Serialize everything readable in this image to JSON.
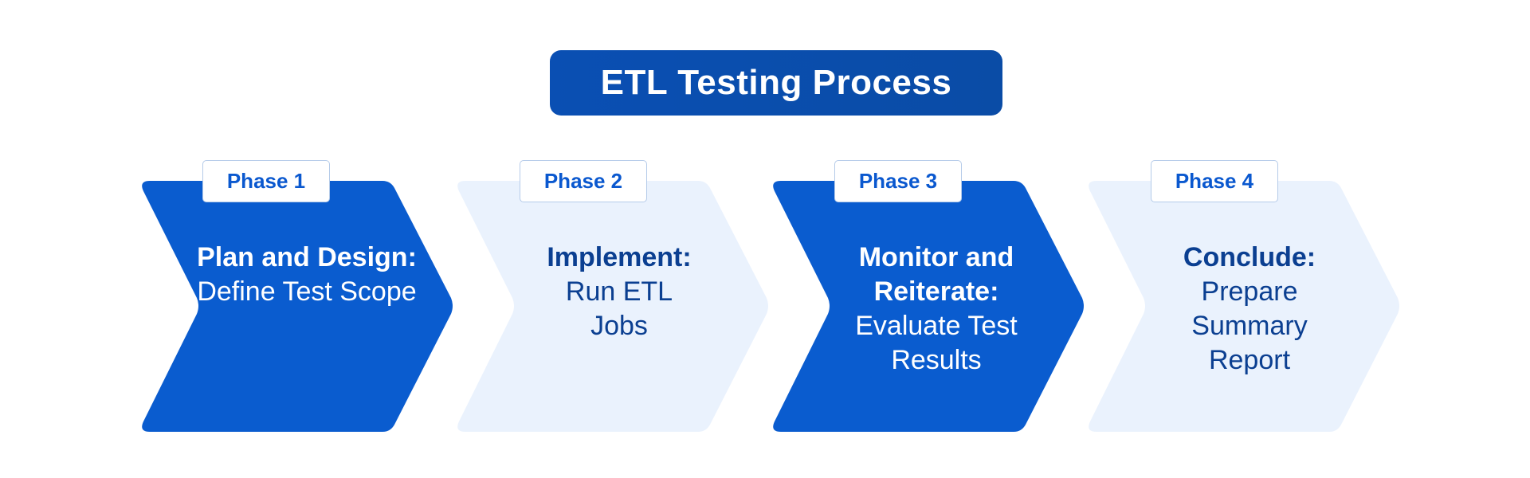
{
  "title": "ETL Testing Process",
  "colors": {
    "dark_fill": "#0a5ccf",
    "light_fill": "#eaf2fd",
    "dark_text": "#0b3f91",
    "tag_text": "#0a58cf",
    "title_bg": "#0a4fb3"
  },
  "phases": [
    {
      "tag": "Phase 1",
      "heading": "Plan and Design:",
      "description": "Define Test Scope",
      "style": "dark"
    },
    {
      "tag": "Phase 2",
      "heading": "Implement:",
      "description": "Run ETL Jobs",
      "style": "light"
    },
    {
      "tag": "Phase 3",
      "heading": "Monitor and Reiterate:",
      "description": "Evaluate Test Results",
      "style": "dark"
    },
    {
      "tag": "Phase 4",
      "heading": "Conclude:",
      "description": "Prepare Summary Report",
      "style": "light"
    }
  ]
}
